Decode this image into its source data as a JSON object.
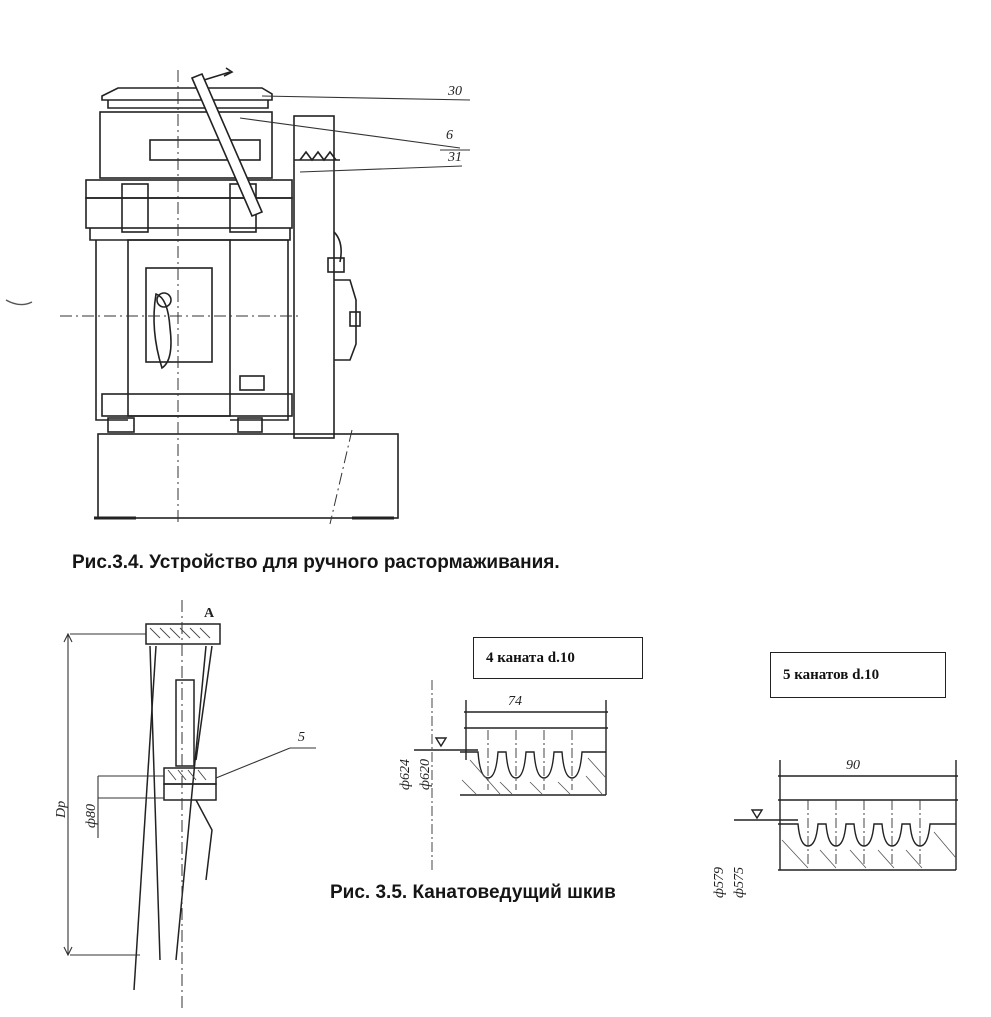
{
  "figure_34": {
    "caption": "Рис.3.4. Устройство для ручного растормаживания.",
    "callouts": [
      "30",
      "6",
      "31"
    ]
  },
  "figure_35": {
    "caption": "Рис. 3.5. Канатоведущий шкив",
    "pulley_label_a": "A",
    "pulley_label_dp": "Dp",
    "pulley_dim_80": "ф80",
    "pulley_callout_5": "5",
    "sheave_4": {
      "title": "4 каната d.10",
      "width": "74",
      "dia_outer": "ф624",
      "dia_inner": "ф620"
    },
    "sheave_5": {
      "title": "5 канатов d.10",
      "width": "90",
      "dia_outer": "ф579",
      "dia_inner": "ф575"
    }
  }
}
